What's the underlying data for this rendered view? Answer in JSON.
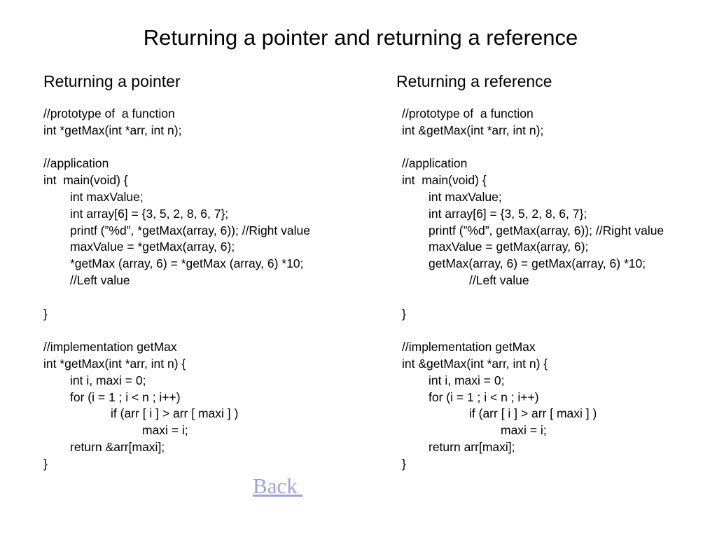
{
  "slide": {
    "title": "Returning a pointer and returning a reference",
    "link_color": "#9ea2dc",
    "back_label": "Back "
  },
  "left": {
    "heading": "Returning a pointer",
    "lines": [
      {
        "indent": 0,
        "text": "//prototype of  a function"
      },
      {
        "indent": 0,
        "text": "int *getMax(int *arr, int n);"
      },
      {
        "indent": 0,
        "text": ""
      },
      {
        "indent": 0,
        "text": "//application"
      },
      {
        "indent": 0,
        "text": "int  main(void) {"
      },
      {
        "indent": 1,
        "text": "int maxValue;"
      },
      {
        "indent": 1,
        "text": "int array[6] = {3, 5, 2, 8, 6, 7};"
      },
      {
        "indent": 1,
        "text": "printf (”%d”, *getMax(array, 6)); //Right value"
      },
      {
        "indent": 1,
        "text": "maxValue = *getMax(array, 6);"
      },
      {
        "indent": 1,
        "text": "*getMax (array, 6) = *getMax (array, 6) *10;"
      },
      {
        "indent": 1,
        "text": "//Left value"
      },
      {
        "indent": 0,
        "text": ""
      },
      {
        "indent": 0,
        "text": "}"
      },
      {
        "indent": 0,
        "text": ""
      },
      {
        "indent": 0,
        "text": "//implementation getMax"
      },
      {
        "indent": 0,
        "text": "int *getMax(int *arr, int n) {"
      },
      {
        "indent": 1,
        "text": "int i, maxi = 0;"
      },
      {
        "indent": 1,
        "text": "for (i = 1 ; i < n ; i++)"
      },
      {
        "indent": 2,
        "text": "if (arr [ i ] > arr [ maxi ] )"
      },
      {
        "indent": 3,
        "text": "maxi = i;"
      },
      {
        "indent": 1,
        "text": "return &arr[maxi];"
      },
      {
        "indent": 0,
        "text": "}"
      }
    ]
  },
  "right": {
    "heading": "Returning a reference",
    "lines": [
      {
        "indent": 0,
        "text": "//prototype of  a function"
      },
      {
        "indent": 0,
        "text": "int &getMax(int *arr, int n);"
      },
      {
        "indent": 0,
        "text": ""
      },
      {
        "indent": 0,
        "text": "//application"
      },
      {
        "indent": 0,
        "text": "int  main(void) {"
      },
      {
        "indent": 1,
        "text": "int maxValue;"
      },
      {
        "indent": 1,
        "text": "int array[6] = {3, 5, 2, 8, 6, 7};"
      },
      {
        "indent": 1,
        "text": "printf (”%d”, getMax(array, 6)); //Right value"
      },
      {
        "indent": 1,
        "text": "maxValue = getMax(array, 6);"
      },
      {
        "indent": 1,
        "text": "getMax(array, 6) = getMax(array, 6) *10;"
      },
      {
        "indent": 2,
        "text": "//Left value"
      },
      {
        "indent": 0,
        "text": ""
      },
      {
        "indent": 0,
        "text": "}"
      },
      {
        "indent": 0,
        "text": ""
      },
      {
        "indent": 0,
        "text": "//implementation getMax"
      },
      {
        "indent": 0,
        "text": "int &getMax(int *arr, int n) {"
      },
      {
        "indent": 1,
        "text": "int i, maxi = 0;"
      },
      {
        "indent": 1,
        "text": "for (i = 1 ; i < n ; i++)"
      },
      {
        "indent": 2,
        "text": "if (arr [ i ] > arr [ maxi ] )"
      },
      {
        "indent": 3,
        "text": "maxi = i;"
      },
      {
        "indent": 1,
        "text": "return arr[maxi];"
      },
      {
        "indent": 0,
        "text": "}"
      }
    ]
  }
}
